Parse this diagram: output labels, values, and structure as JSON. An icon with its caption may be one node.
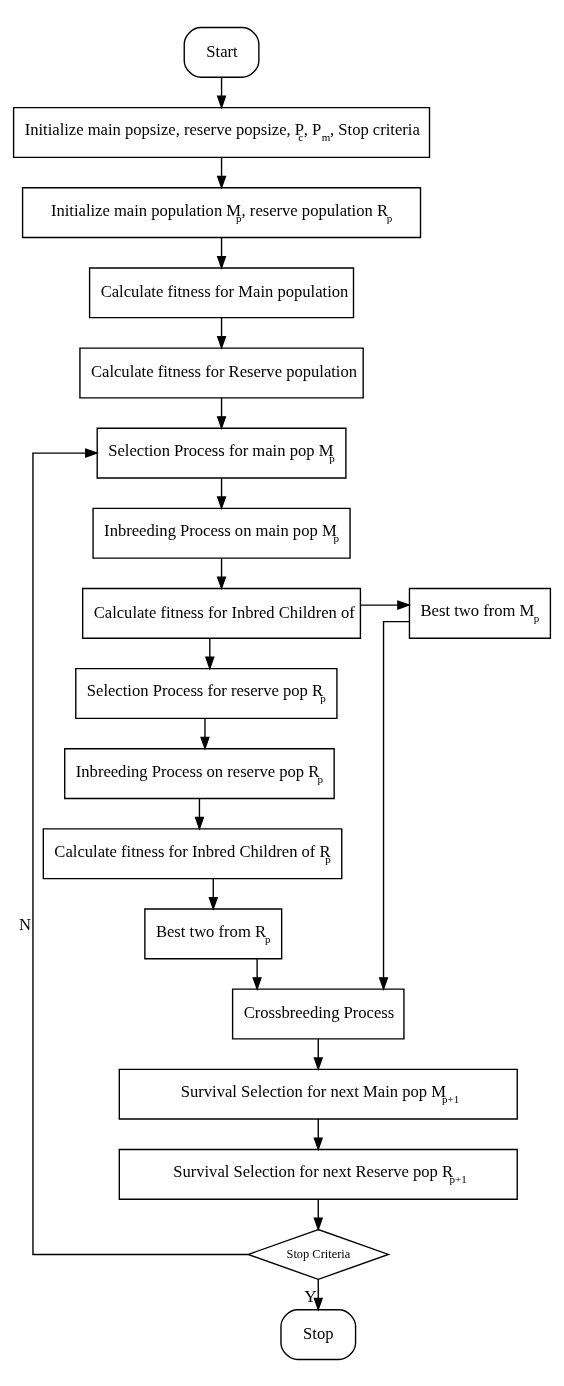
{
  "diagram": {
    "nodes": [
      {
        "text": [
          "Start"
        ]
      },
      {
        "text": [
          "Initialize main popsize, reserve popsize, P$_{c}$, P$_{m}$, Stop criteria"
        ]
      },
      {
        "text": [
          "Initialize main population M$_{p}$, reserve population R$_{p}$"
        ]
      },
      {
        "text": [
          "Calculate fitness for Main population"
        ]
      },
      {
        "text": [
          "Calculate fitness for Reserve population"
        ]
      },
      {
        "text": [
          "Selection Process for main pop M$_{p}$"
        ]
      },
      {
        "text": [
          "Inbreeding Process on main pop M$_{p}$"
        ]
      },
      {
        "text": [
          "Calculate fitness for Inbred Children of"
        ]
      },
      {
        "text": [
          "Best two from M$_{p}$"
        ]
      },
      {
        "text": [
          "Selection Process for reserve pop R$_{p}$"
        ]
      },
      {
        "text": [
          "Inbreeding Process on reserve pop R$_{p}$"
        ]
      },
      {
        "text": [
          "Calculate fitness for Inbred Children of R$_{p}$"
        ]
      },
      {
        "text": [
          "Best two from R$_{p}$"
        ]
      },
      {
        "text": [
          "Crossbreeding Process"
        ]
      },
      {
        "text": [
          "Survival Selection for next Main pop M$_{p+1}$"
        ]
      },
      {
        "text": [
          "Survival Selection for next Reserve pop R$_{p+1}$"
        ]
      },
      {
        "text": [
          "Stop Criteria"
        ]
      },
      {
        "text": [
          "Stop"
        ]
      }
    ],
    "edges": [
      {
        "from": 0,
        "to": 1,
        "arrow": "to"
      },
      {
        "from": 1,
        "to": 2,
        "arrow": "to"
      },
      {
        "from": 2,
        "to": 3,
        "arrow": "to"
      },
      {
        "from": 3,
        "to": 4,
        "arrow": "to"
      },
      {
        "from": 4,
        "to": 5,
        "arrow": "to"
      },
      {
        "from": 5,
        "to": 6,
        "arrow": "to"
      },
      {
        "from": 6,
        "to": 7,
        "arrow": "to"
      },
      {
        "from": 7,
        "to": 9,
        "arrow": "to"
      },
      {
        "from": 7,
        "to": 8,
        "arrow": "to"
      },
      {
        "from": 9,
        "to": 10,
        "arrow": "to"
      },
      {
        "from": 10,
        "to": 11,
        "arrow": "to"
      },
      {
        "from": 11,
        "to": 12,
        "arrow": "to"
      },
      {
        "from": 12,
        "to": 13,
        "arrow": "to"
      },
      {
        "from": 8,
        "to": 13,
        "arrow": "to"
      },
      {
        "from": 13,
        "to": 14,
        "arrow": "to"
      },
      {
        "from": 14,
        "to": 15,
        "arrow": "to"
      },
      {
        "from": 15,
        "to": 16,
        "arrow": "to"
      },
      {
        "from": 16,
        "to": 17,
        "label": "Y",
        "arrow": "to"
      },
      {
        "from": 16,
        "to": 5,
        "label": "N",
        "arrow": "to"
      }
    ]
  }
}
